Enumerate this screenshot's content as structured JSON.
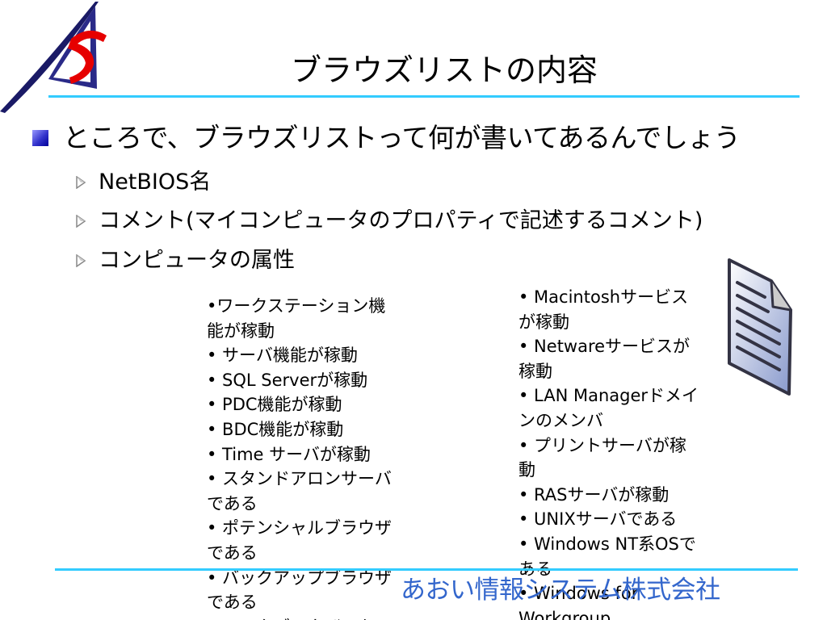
{
  "title": "ブラウズリストの内容",
  "main_point": "ところで、ブラウズリストって何が書いてあるんでしょう",
  "sub_points": [
    "NetBIOS名",
    "コメント(マイコンピュータのプロパティで記述するコメント)",
    "コンピュータの属性"
  ],
  "attributes_left": "•ワークステーション機\n能が稼動\n• サーバ機能が稼動\n• SQL Serverが稼動\n• PDC機能が稼動\n• BDC機能が稼動\n• Time サーバが稼動\n• スタンドアロンサーバ\nである\n• ポテンシャルブラウザ\nである\n• バックアップブラウザ\nである\n• マスタブラウザである",
  "attributes_right": "• Macintoshサービス\nが稼動\n• Netwareサービスが\n稼動\n• LAN Managerドメイ\nンのメンバ\n• プリントサーバが稼\n動\n• RASサーバが稼動\n• UNIXサーバである\n• Windows NT系OSで\nある\n• Windows for\nWorkgroup",
  "company": "あおい情報システム株式会社",
  "colors": {
    "rule": "#33ccff",
    "company_text": "#3366cc",
    "bullet_blue": "#3333cc",
    "logo_navy": "#1a1a66",
    "logo_red": "#e60000"
  },
  "icons": {
    "logo": "company-logo-icon",
    "bullet_l1": "square-bullet-icon",
    "bullet_l2": "arrow-bullet-icon",
    "document": "document-icon"
  }
}
